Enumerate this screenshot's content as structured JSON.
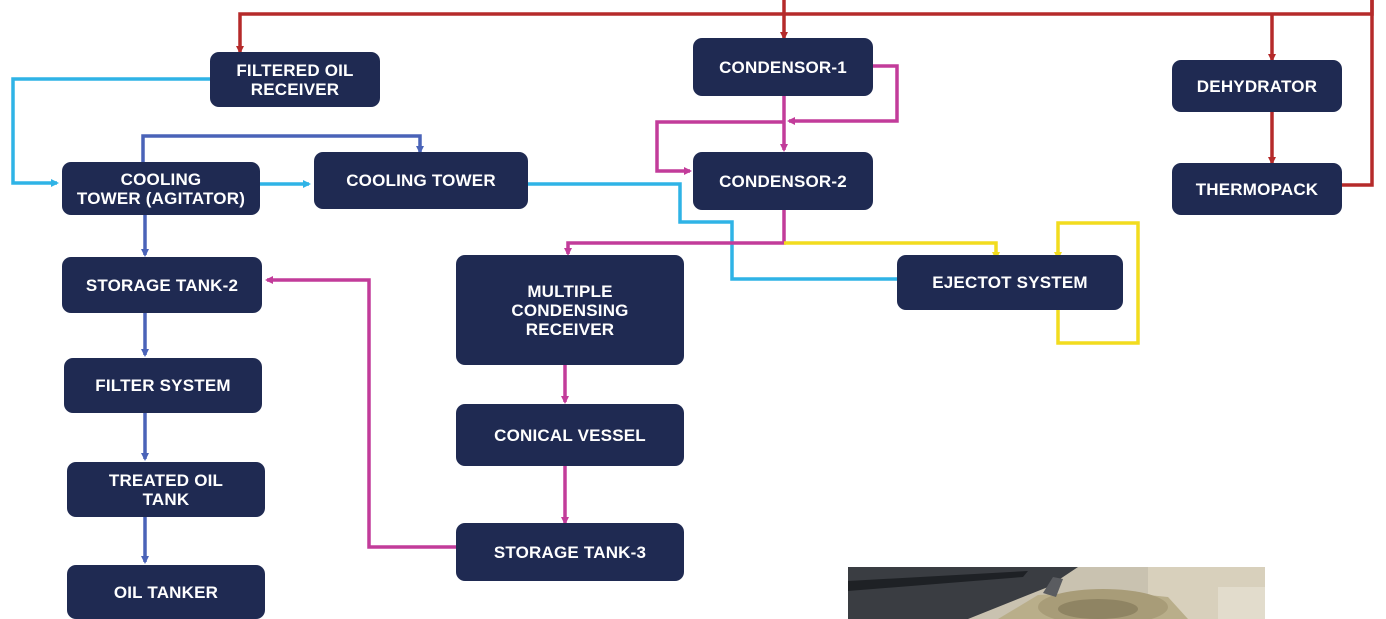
{
  "nodes": {
    "filtered_oil_receiver": "FILTERED OIL\nRECEIVER",
    "condensor_1": "CONDENSOR-1",
    "dehydrator": "DEHYDRATOR",
    "cooling_tower_agitator": "COOLING\nTOWER (AGITATOR)",
    "cooling_tower": "COOLING TOWER",
    "condensor_2": "CONDENSOR-2",
    "thermopack": "THERMOPACK",
    "storage_tank_2": "STORAGE TANK-2",
    "multiple_condensing_receiver": "MULTIPLE\nCONDENSING\nRECEIVER",
    "ejector_system": "EJECTOT SYSTEM",
    "filter_system": "FILTER SYSTEM",
    "conical_vessel": "CONICAL VESSEL",
    "treated_oil_tank": "TREATED OIL\nTANK",
    "storage_tank_3": "STORAGE TANK-3",
    "oil_tanker": "OIL TANKER"
  },
  "colors": {
    "node_fill": "#1f2a52",
    "node_text": "#ffffff",
    "hot_line": "#b52a2a",
    "cooling_line": "#2fb3e6",
    "oil_line": "#4a63b8",
    "condensate_line": "#c23c9a",
    "vacuum_line": "#f2dc1e"
  }
}
